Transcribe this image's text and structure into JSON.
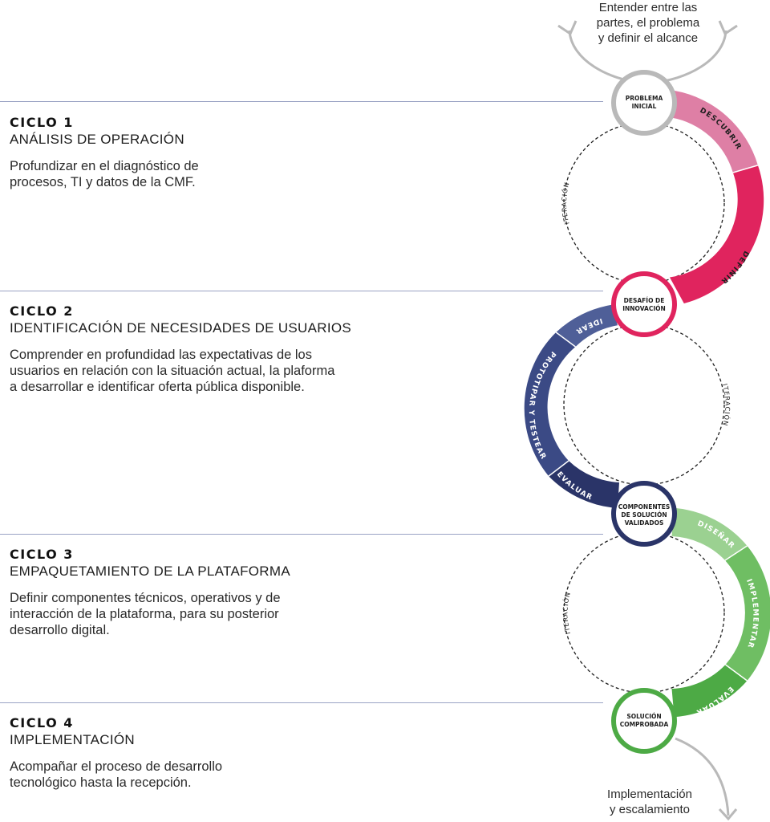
{
  "cycles": [
    {
      "num": "CICLO 1",
      "title": "ANÁLISIS DE OPERACIÓN",
      "desc": [
        "Profundizar en el diagnóstico de",
        "procesos, TI y datos de la CMF."
      ]
    },
    {
      "num": "CICLO 2",
      "title": "IDENTIFICACIÓN DE NECESIDADES DE USUARIOS",
      "desc": [
        "Comprender en profundidad las expectativas de los",
        "usuarios en relación con la situación actual, la plaforma",
        "a desarrollar e identificar oferta pública disponible."
      ]
    },
    {
      "num": "CICLO 3",
      "title": "EMPAQUETAMIENTO DE LA PLATAFORMA",
      "desc": [
        "Definir componentes técnicos, operativos y de",
        "interacción de la plataforma, para su posterior",
        "desarrollo digital."
      ]
    },
    {
      "num": "CICLO 4",
      "title": "IMPLEMENTACIÓN",
      "desc": [
        "Acompañar el proceso de desarrollo",
        "tecnológico hasta la recepción."
      ]
    }
  ],
  "top_caption": [
    "Entender entre las",
    "partes, el problema",
    "y definir el alcance"
  ],
  "bottom_caption": [
    "Implementación",
    "y escalamiento"
  ],
  "nodes": {
    "problema": [
      "PROBLEMA",
      "INICIAL"
    ],
    "desafio": [
      "DESAFÍO DE",
      "INNOVACIÓN"
    ],
    "componentes": [
      "COMPONENTES",
      "DE SOLUCIÓN",
      "VALIDADOS"
    ],
    "solucion": [
      "SOLUCIÓN",
      "COMPROBADA"
    ]
  },
  "stages": {
    "descubrir": "DESCUBRIR",
    "definir": "DEFINIR",
    "idear": "IDEAR",
    "prototipar": "PROTOTIPAR Y TESTEAR",
    "evaluar_blue": "EVALUAR",
    "disenar": "DISEÑAR",
    "implementar": "IMPLEMENTAR",
    "evaluar_green": "EVALUAR"
  },
  "iteration_label": "ITERACIÓN",
  "colors": {
    "pink_light": "#de7fa5",
    "pink": "#e0245e",
    "blue_light": "#4f5f98",
    "blue": "#3b4a85",
    "blue_dark": "#2a3468",
    "green_light": "#9bd191",
    "green": "#6fbe63",
    "green_dark": "#4daa45",
    "grey": "#b9b9b9",
    "divider": "#9aa3c4"
  }
}
